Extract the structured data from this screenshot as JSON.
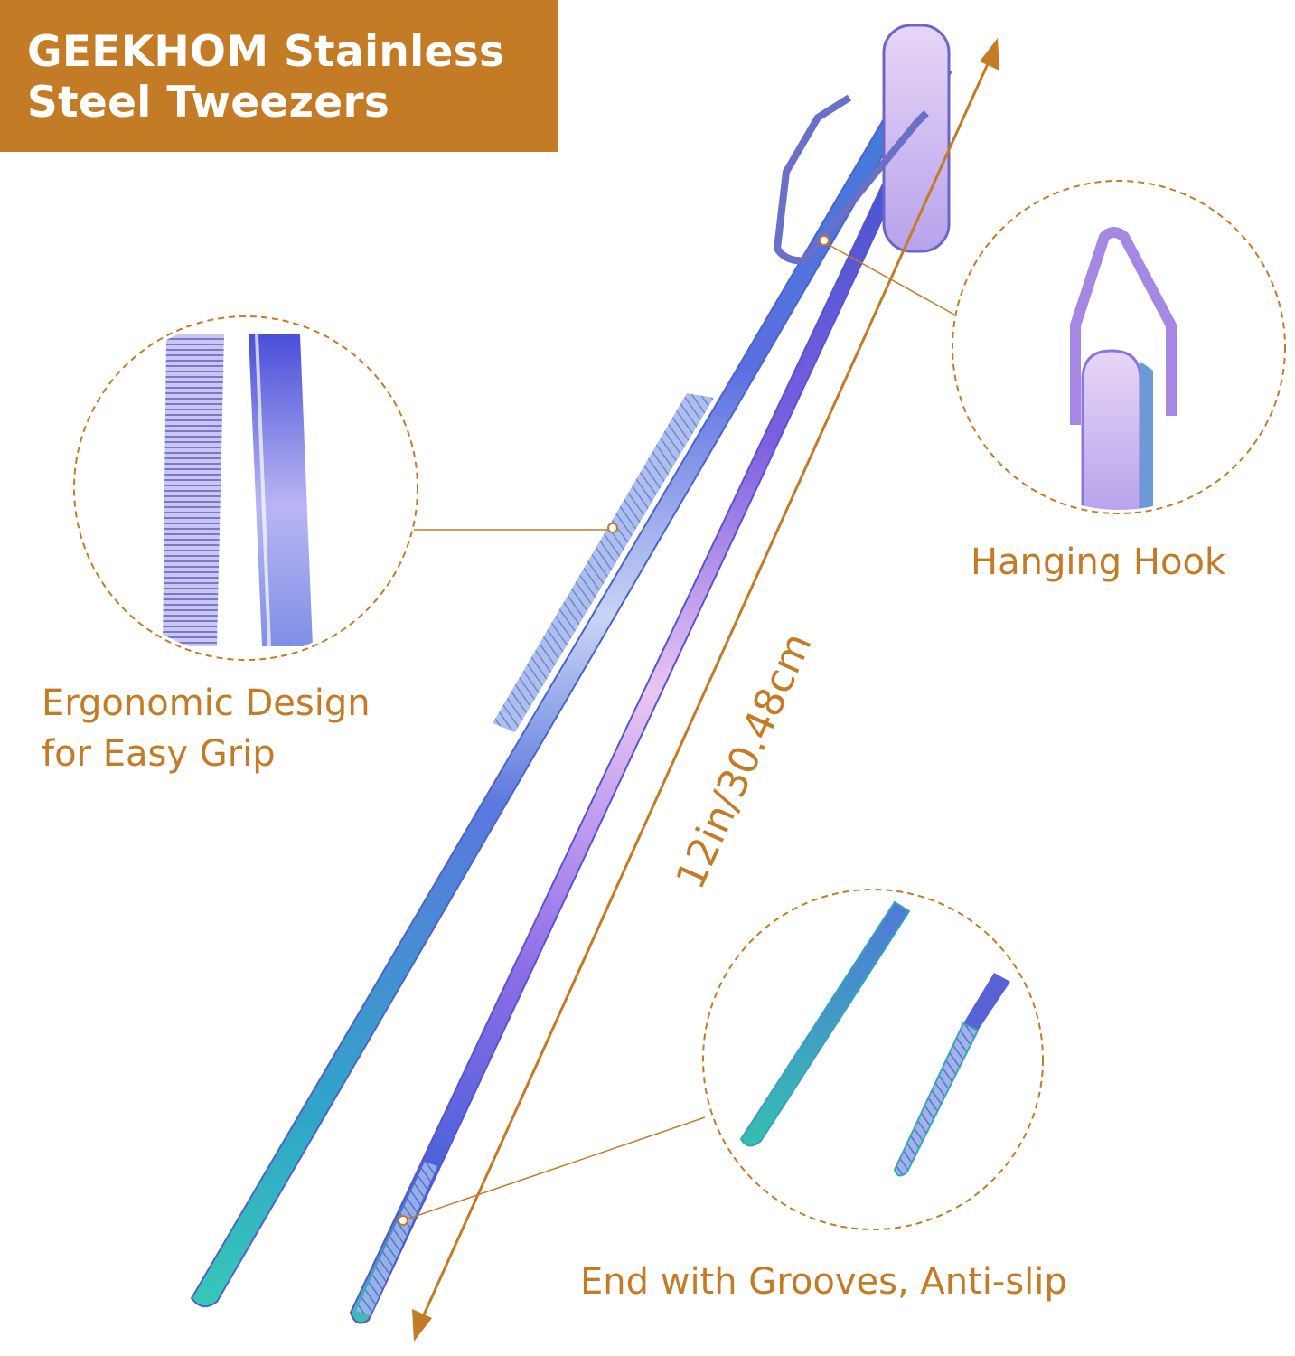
{
  "title": {
    "line1": "GEEKHOM Stainless",
    "line2": "Steel Tweezers"
  },
  "callouts": {
    "grip_line1": "Ergonomic Design",
    "grip_line2": "for Easy Grip",
    "hook": "Hanging Hook",
    "tip": "End with Grooves, Anti-slip"
  },
  "dimension": "12in/30.48cm",
  "colors": {
    "accent": "#c47b26",
    "title_text": "#ffffff",
    "background": "#ffffff"
  }
}
